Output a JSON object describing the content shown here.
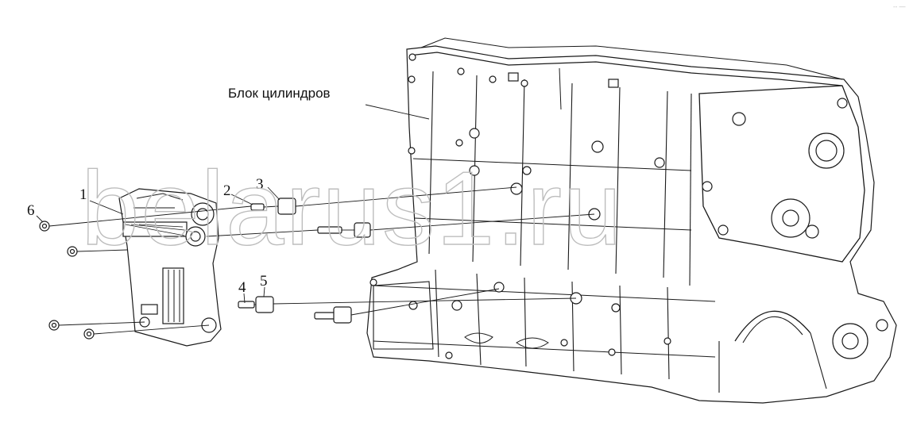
{
  "diagram": {
    "block_label": "Блок цилиндров",
    "callouts": [
      "1",
      "2",
      "3",
      "4",
      "5",
      "6"
    ],
    "watermark": "belarus1.ru",
    "corner_mark": "-- —"
  }
}
